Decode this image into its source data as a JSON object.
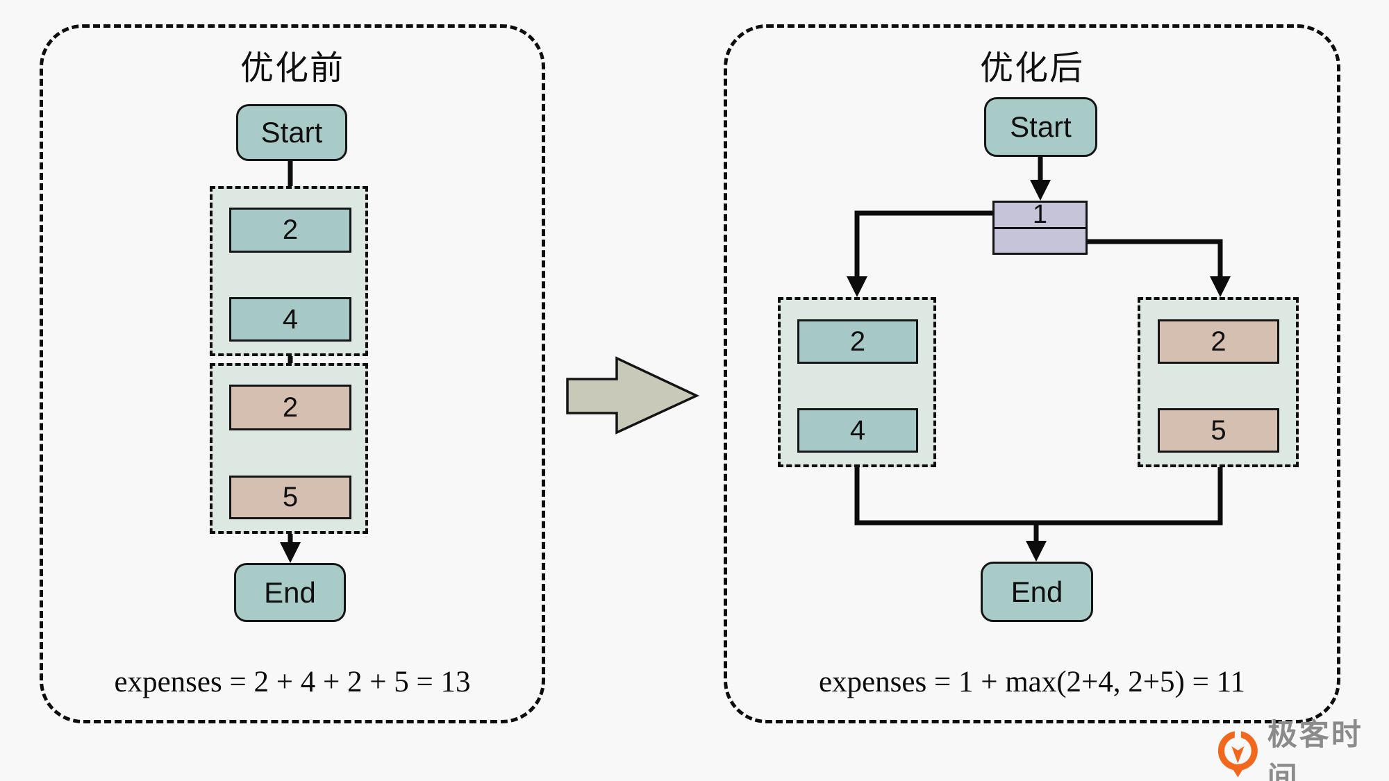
{
  "before": {
    "title": "优化前",
    "start": "Start",
    "stage1": {
      "nodes": [
        "2",
        "4"
      ]
    },
    "stage2": {
      "nodes": [
        "2",
        "5"
      ]
    },
    "end": "End",
    "formula": "expenses = 2 + 4 + 2 + 5 = 13"
  },
  "after": {
    "title": "优化后",
    "start": "Start",
    "split": "1",
    "left_branch": {
      "nodes": [
        "2",
        "4"
      ]
    },
    "right_branch": {
      "nodes": [
        "2",
        "5"
      ]
    },
    "end": "End",
    "formula": "expenses = 1 + max(2+4, 2+5) = 11"
  },
  "brand": {
    "name": "极客时间"
  },
  "colors": {
    "background": "#f7f8f7",
    "terminal_teal": "#a9cbc8",
    "process_teal": "#a6c9c7",
    "process_tan": "#d4bfb1",
    "split_lavender": "#c6c4d8",
    "group_background": "#dde8e2",
    "transform_arrow_fill": "#c9c9ba",
    "line_black": "#0c0c0c",
    "brand_orange": "#f2671c",
    "brand_gray": "#8b8b8b"
  }
}
